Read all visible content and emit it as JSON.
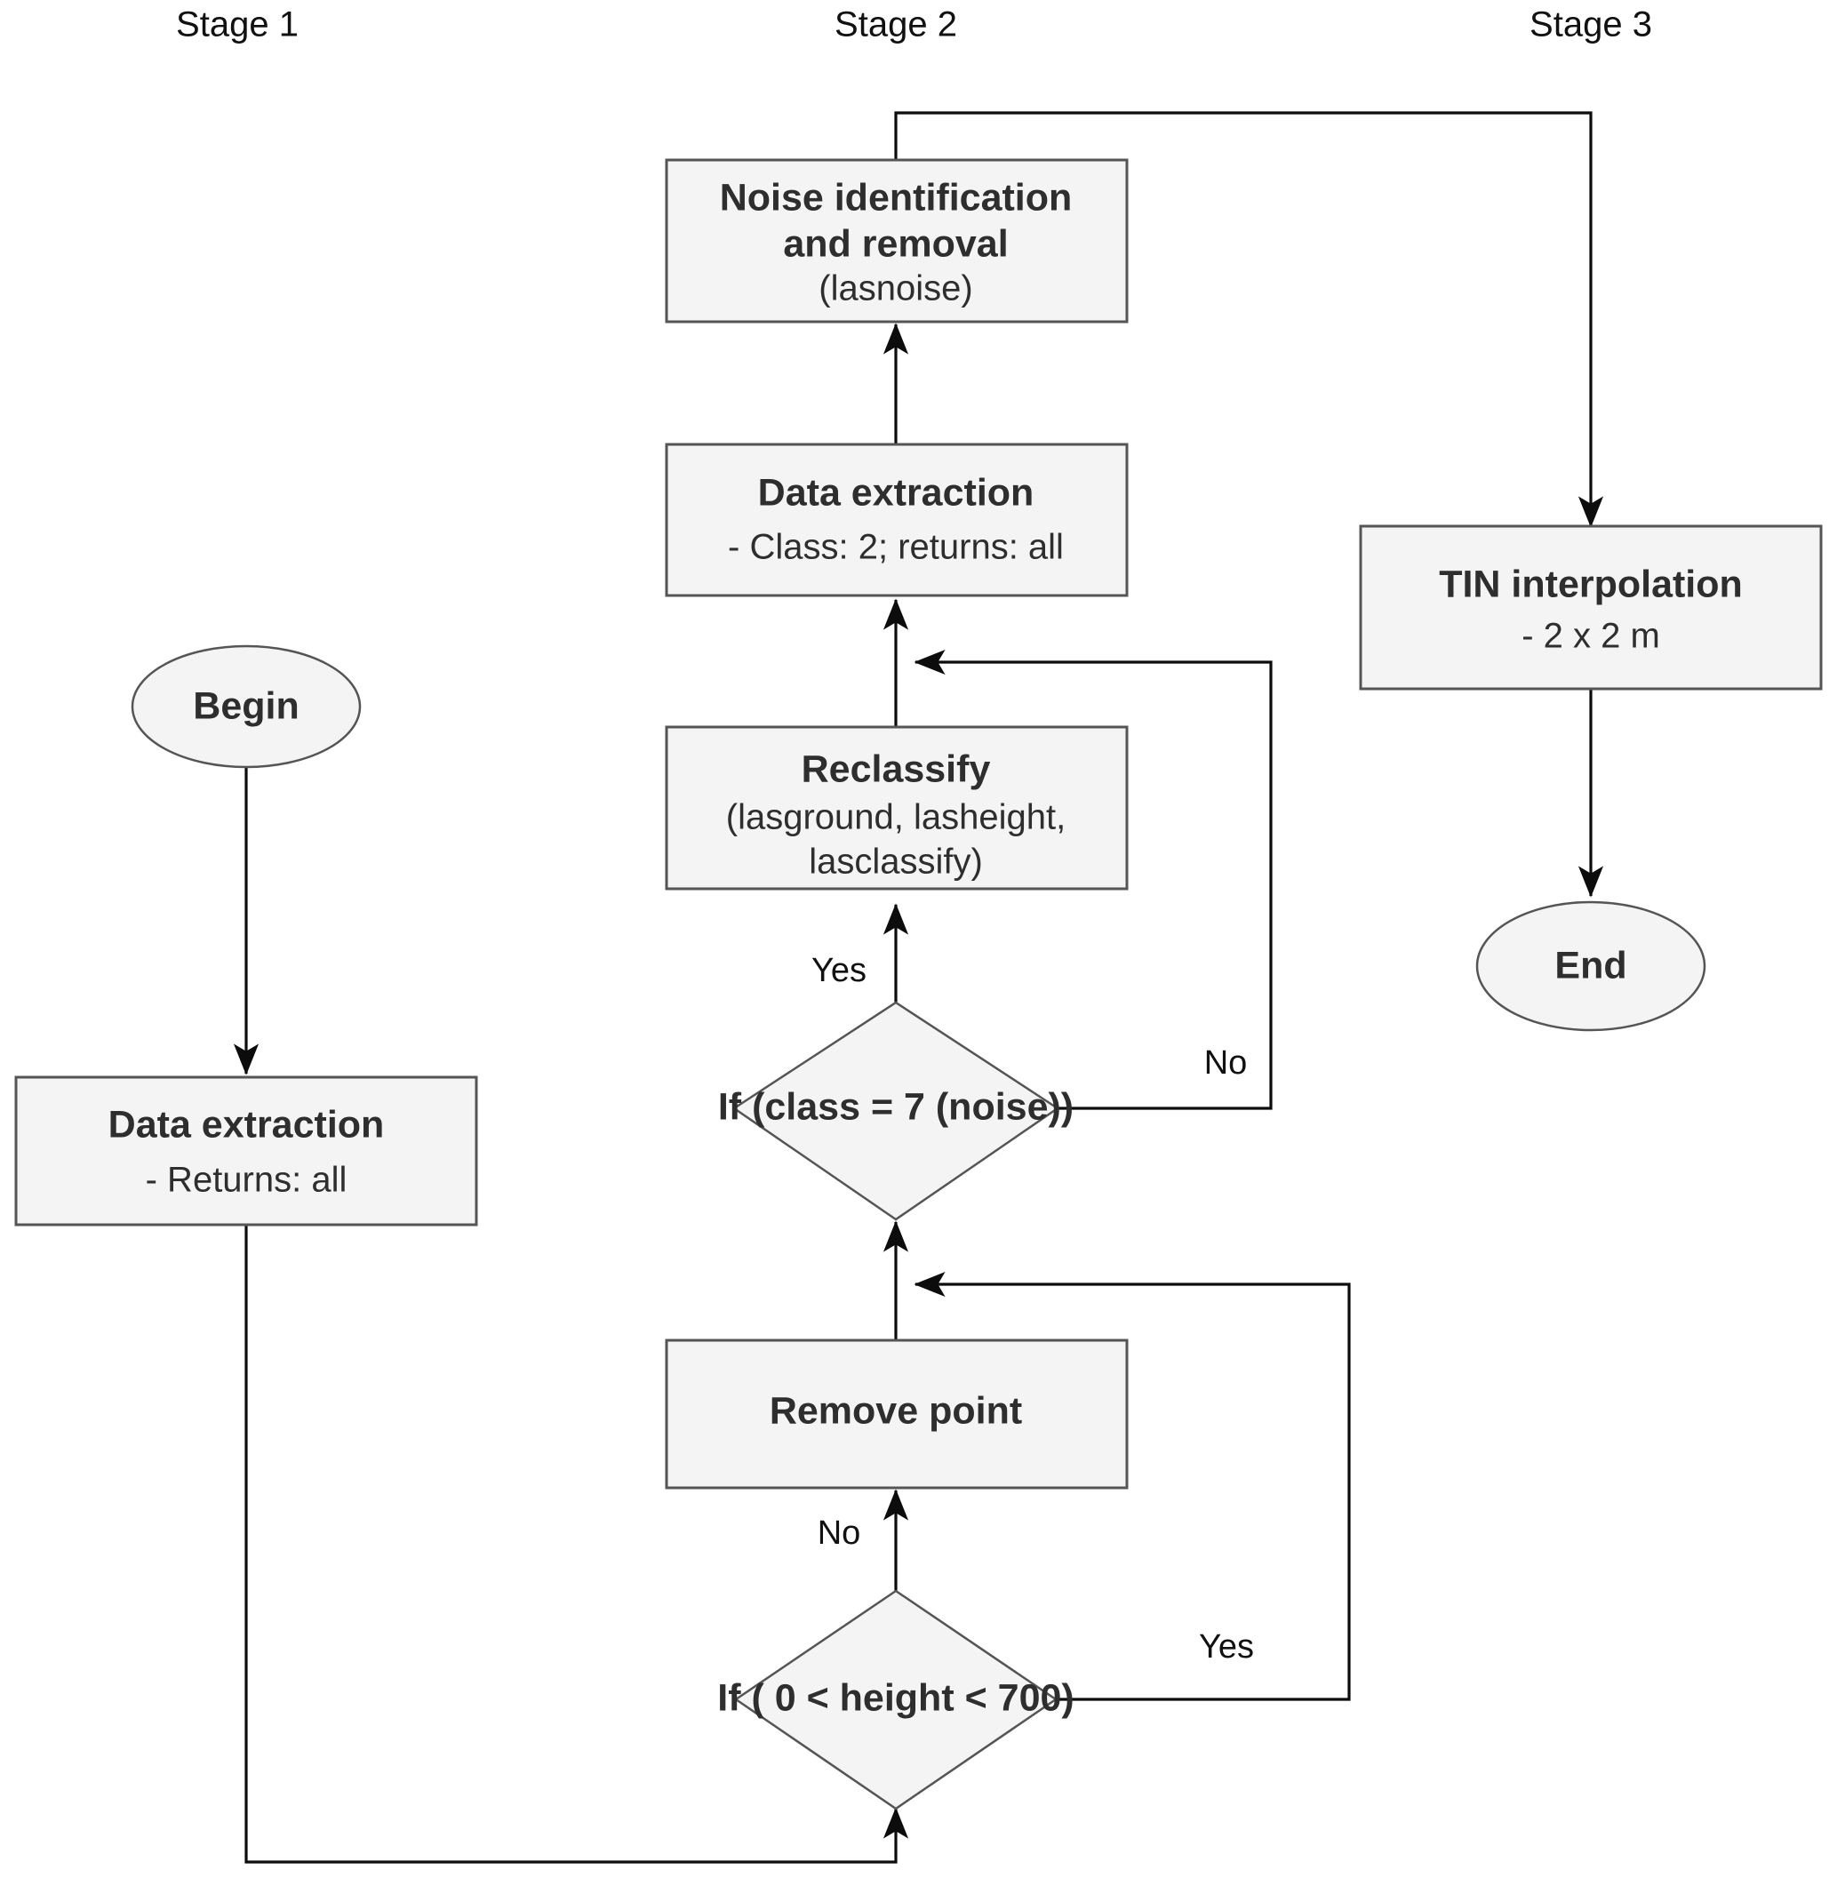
{
  "diagram": {
    "title": "LiDAR point cloud processing workflow",
    "background_color": "#ffffff",
    "node_fill": "#f4f4f4",
    "node_stroke": "#555555",
    "connector_color": "#0c0c0c",
    "text_color": "#2e2e2e"
  },
  "stages": [
    {
      "label": "Stage 1"
    },
    {
      "label": "Stage 2"
    },
    {
      "label": "Stage 3"
    }
  ],
  "nodes": {
    "begin": {
      "label": "Begin",
      "shape": "ellipse"
    },
    "data_extraction_s1": {
      "title": "Data extraction",
      "subtitle": "- Returns: all",
      "shape": "rectangle"
    },
    "height_check": {
      "label": "If ( 0 < height < 700)",
      "shape": "diamond"
    },
    "remove_point": {
      "title": "Remove point",
      "subtitle": "",
      "shape": "rectangle"
    },
    "class_check": {
      "label": "If (class = 7 (noise))",
      "shape": "diamond"
    },
    "reclassify": {
      "title": "Reclassify",
      "subtitle_line1": "(lasground, lasheight,",
      "subtitle_line2": "lasclassify)",
      "shape": "rectangle"
    },
    "data_extraction_s2": {
      "title": "Data extraction",
      "subtitle": "- Class: 2; returns: all",
      "shape": "rectangle"
    },
    "noise_removal": {
      "title_line1": "Noise identification",
      "title_line2": "and removal",
      "subtitle": "(lasnoise)",
      "shape": "rectangle"
    },
    "tin_interpolation": {
      "title": "TIN interpolation",
      "subtitle": "- 2 x 2 m",
      "shape": "rectangle"
    },
    "end": {
      "label": "End",
      "shape": "ellipse"
    }
  },
  "edge_labels": {
    "height_no": "No",
    "height_yes": "Yes",
    "class_yes": "Yes",
    "class_no": "No"
  }
}
